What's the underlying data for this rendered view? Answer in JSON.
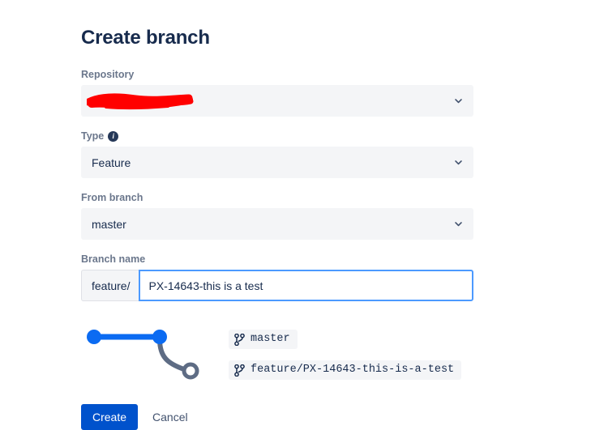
{
  "page": {
    "title": "Create branch"
  },
  "form": {
    "repository": {
      "label": "Repository",
      "value": "",
      "redacted": true,
      "redaction_color": "#ff0000",
      "chevron_icon": "chevron-down-icon"
    },
    "type": {
      "label": "Type",
      "info_icon": "info-icon",
      "info_glyph": "i",
      "value": "Feature",
      "chevron_icon": "chevron-down-icon"
    },
    "from_branch": {
      "label": "From branch",
      "value": "master",
      "chevron_icon": "chevron-down-icon"
    },
    "branch_name": {
      "label": "Branch name",
      "prefix": "feature/",
      "value": "PX-14643-this is a test",
      "placeholder": ""
    }
  },
  "graph": {
    "source_color": "#0b6bf2",
    "new_branch_color": "#5e6c84",
    "labels": [
      {
        "icon": "git-branch-icon",
        "text": "master"
      },
      {
        "icon": "git-branch-icon",
        "text": "feature/PX-14643-this-is-a-test"
      }
    ]
  },
  "actions": {
    "create_label": "Create",
    "cancel_label": "Cancel",
    "create_color": "#0052cc"
  }
}
